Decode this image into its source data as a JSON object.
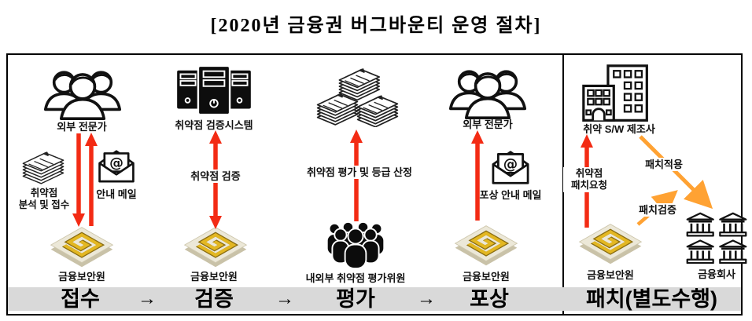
{
  "title": "[2020년 금융권 버그바운티 운영 절차]",
  "flow": {
    "arrow_glyph": "→"
  },
  "colors": {
    "red_arrow": "#f32b14",
    "orange_arrow": "#ffa233",
    "band_bg": "#d9d9d9",
    "logo_gold": "#e3b722",
    "logo_base": "#ece8d8"
  },
  "stages": {
    "reception": {
      "band_label": "접수",
      "expert_label": "외부 전문가",
      "submit_label_line1": "취약점",
      "submit_label_line2": "분석 및 접수",
      "mail_label": "안내 메일",
      "org_label": "금융보안원"
    },
    "verification": {
      "band_label": "검증",
      "system_label": "취약점 검증시스템",
      "arrow_label": "취약점 검증",
      "org_label": "금융보안원"
    },
    "evaluation": {
      "band_label": "평가",
      "arrow_label": "취약점 평가 및 등급 산정",
      "committee_label": "내외부 취약점 평가위원"
    },
    "reward": {
      "band_label": "포상",
      "expert_label": "외부 전문가",
      "mail_label": "포상 안내 메일",
      "org_label": "금융보안원"
    },
    "patch": {
      "band_label": "패치(별도수행)",
      "vendor_label": "취약 S/W 제조사",
      "request_label_line1": "취약점",
      "request_label_line2": "패치요청",
      "apply_label": "패치적용",
      "verify_label": "패치검증",
      "org_label": "금융보안원",
      "company_label": "금융회사"
    }
  }
}
